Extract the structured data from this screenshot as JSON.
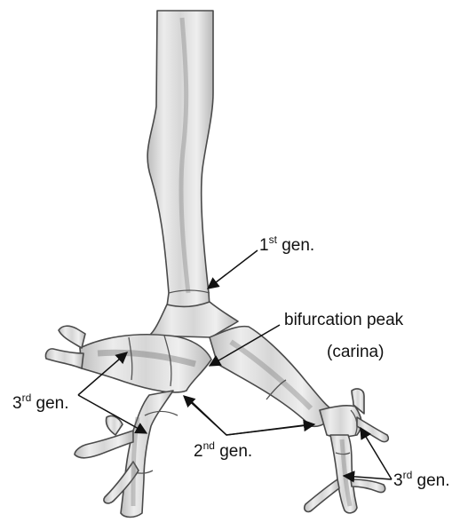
{
  "labels": {
    "first_gen": {
      "main": "1",
      "sup": "st",
      "rest": " gen."
    },
    "bifurcation": {
      "line1": "bifurcation peak",
      "line2": "(carina)"
    },
    "second_gen": {
      "main": "2",
      "sup": "nd",
      "rest": " gen."
    },
    "third_gen_left": {
      "main": "3",
      "sup": "rd",
      "rest": " gen."
    },
    "third_gen_right": {
      "main": "3",
      "sup": "rd",
      "rest": " gen."
    }
  },
  "colors": {
    "airway_light": "#eeeeee",
    "airway_mid": "#c9c9c9",
    "airway_dark": "#8a8a8a",
    "outline": "#4a4a4a",
    "text": "#111111"
  }
}
